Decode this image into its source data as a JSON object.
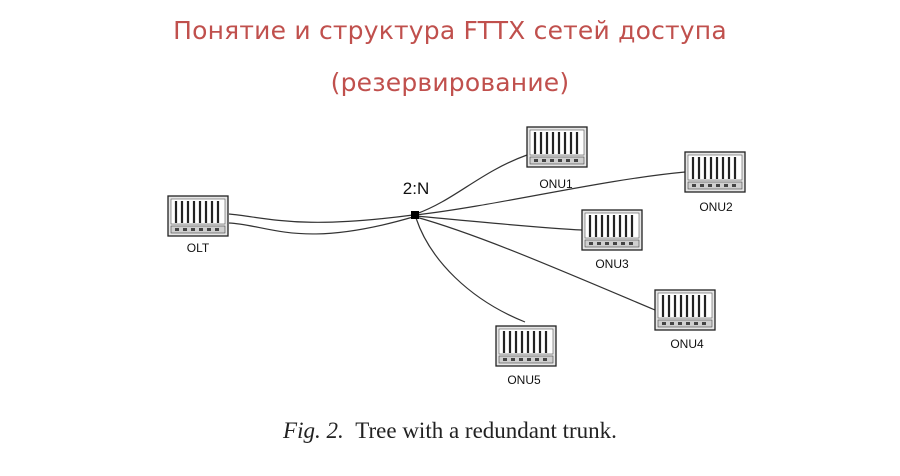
{
  "title": {
    "line1": "Понятие и структура FTTX сетей доступа",
    "line2": "(резервирование)"
  },
  "diagram": {
    "splitter_label": "2:N",
    "nodes": [
      {
        "id": "olt",
        "label": "OLT"
      },
      {
        "id": "onu1",
        "label": "ONU1"
      },
      {
        "id": "onu2",
        "label": "ONU2"
      },
      {
        "id": "onu3",
        "label": "ONU3"
      },
      {
        "id": "onu4",
        "label": "ONU4"
      },
      {
        "id": "onu5",
        "label": "ONU5"
      }
    ]
  },
  "caption": {
    "fig_label": "Fig. 2.",
    "text": "Tree with a redundant trunk."
  },
  "colors": {
    "title": "#c0504d",
    "device_outline": "#222222",
    "device_fill": "#e6e6e6",
    "line": "#333333"
  }
}
